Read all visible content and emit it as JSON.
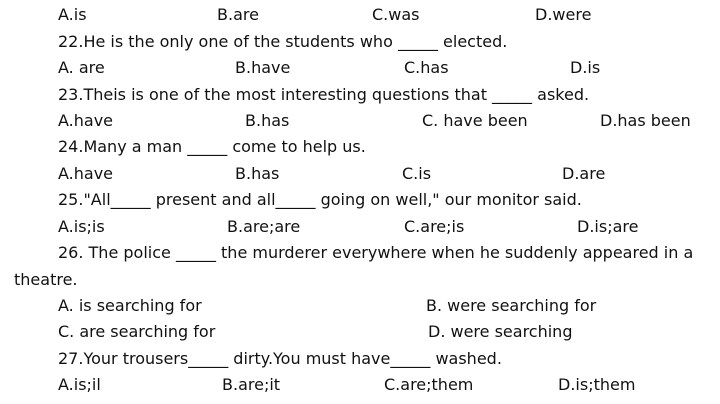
{
  "q21": {
    "options": [
      "A.is",
      "B.are",
      "C.was",
      "D.were"
    ]
  },
  "q22": {
    "question": "22.He is the only one of the students who _____ elected.",
    "options": [
      "A. are",
      "B.have",
      "C.has",
      "D.is"
    ]
  },
  "q23": {
    "question": "23.Theis is one of the most interesting questions that _____ asked.",
    "options": [
      "A.have",
      "B.has",
      "C. have been",
      "D.has been"
    ]
  },
  "q24": {
    "question": "24.Many a man _____ come to help us.",
    "options": [
      "A.have",
      "B.has",
      "C.is",
      "D.are"
    ]
  },
  "q25": {
    "question": "25.\"All_____ present and all_____ going on well,\" our monitor said.",
    "options": [
      "A.is;is",
      "B.are;are",
      "C.are;is",
      "D.is;are"
    ]
  },
  "q26": {
    "question_line1": "26. The police _____ the murderer everywhere when he suddenly appeared in a",
    "question_line2": "theatre.",
    "options": [
      "A. is searching for",
      "B. were searching for",
      "C. are searching for",
      "D. were searching"
    ]
  },
  "q27": {
    "question": "27.Your trousers_____ dirty.You must have_____ washed.",
    "options": [
      "A.is;il",
      "B.are;it",
      "C.are;them",
      "D.is;them"
    ]
  }
}
